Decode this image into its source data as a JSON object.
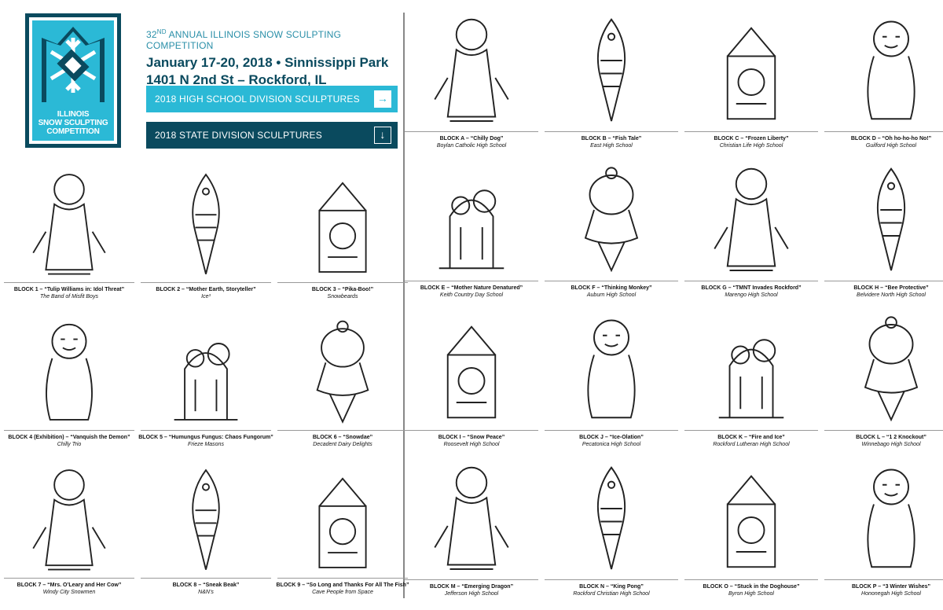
{
  "logo": {
    "line1": "ILLINOIS",
    "line2": "SNOW SCULPTING",
    "line3": "COMPETITION",
    "colors": {
      "dark": "#0a4a5e",
      "light": "#2bb9d6"
    }
  },
  "header": {
    "subtitle_num": "32",
    "subtitle_sup": "ND",
    "subtitle_rest": " ANNUAL ILLINOIS SNOW SCULPTING COMPETITION",
    "date_line": "January 17-20, 2018 • Sinnissippi Park",
    "address_line": "1401 N 2nd St – Rockford, IL"
  },
  "nav": {
    "high_school_label": "2018 HIGH SCHOOL DIVISION SCULPTURES",
    "high_school_icon": "arrow-right-icon",
    "state_label": "2018 STATE DIVISION SCULPTURES",
    "state_icon": "arrow-down-icon"
  },
  "state_division": [
    {
      "block": "BLOCK 1",
      "name": "“Tulip Williams in: Idol Threat”",
      "team": "The Band of Misfit Boys",
      "icon": "figure-with-antlers-icon"
    },
    {
      "block": "BLOCK 2",
      "name": "“Mother Earth, Storyteller”",
      "team": "Ice³",
      "icon": "seated-mother-earth-icon"
    },
    {
      "block": "BLOCK 3",
      "name": "“Pika-Boo!”",
      "team": "Snowbeards",
      "icon": "pikachu-egg-icon"
    },
    {
      "block": "BLOCK 4 (Exhibition)",
      "name": "“Vanquish the Demon”",
      "team": "Chilly Trio",
      "icon": "demon-serpent-icon"
    },
    {
      "block": "BLOCK 5",
      "name": "“Humungus Fungus: Chaos Fungorum”",
      "team": "Frieze Masons",
      "icon": "mushrooms-icon"
    },
    {
      "block": "BLOCK 6",
      "name": "“Snowdae”",
      "team": "Decadent Dairy Delights",
      "icon": "sundae-icon"
    },
    {
      "block": "BLOCK 7",
      "name": "“Mrs. O’Leary and Her Cow”",
      "team": "Windy City Snowmen",
      "icon": "cow-fence-icon"
    },
    {
      "block": "BLOCK 8",
      "name": "“Sneak Beak”",
      "team": "N&N’s",
      "icon": "owl-icon"
    },
    {
      "block": "BLOCK 9",
      "name": "“So Long and Thanks For All The Fish”",
      "team": "Cave People from Space",
      "icon": "astronaut-fish-icon"
    }
  ],
  "high_school_division": [
    {
      "block": "BLOCK A",
      "name": "“Chilly Dog”",
      "team": "Boylan Catholic High School",
      "icon": "dog-scarf-icon"
    },
    {
      "block": "BLOCK B",
      "name": "“Fish Tale”",
      "team": "East High School",
      "icon": "fish-icon"
    },
    {
      "block": "BLOCK C",
      "name": "“Frozen Liberty”",
      "team": "Christian Life High School",
      "icon": "torch-hand-icon"
    },
    {
      "block": "BLOCK D",
      "name": "“Oh ho-ho-ho No!”",
      "team": "Guilford High School",
      "icon": "santa-chimney-icon"
    },
    {
      "block": "BLOCK E",
      "name": "“Mother Nature Denatured”",
      "team": "Keith Country Day School",
      "icon": "half-face-rose-icon"
    },
    {
      "block": "BLOCK F",
      "name": "“Thinking Monkey”",
      "team": "Auburn High School",
      "icon": "sock-monkey-icon"
    },
    {
      "block": "BLOCK G",
      "name": "“TMNT Invades Rockford”",
      "team": "Marengo High School",
      "icon": "turtles-wall-icon"
    },
    {
      "block": "BLOCK H",
      "name": "“Bee Protective”",
      "team": "Belvidere North High School",
      "icon": "honeycomb-icon"
    },
    {
      "block": "BLOCK I",
      "name": "“Snow Peace”",
      "team": "Roosevelt High School",
      "icon": "hippie-face-icon"
    },
    {
      "block": "BLOCK J",
      "name": "“Ice-Olation”",
      "team": "Pecatonica High School",
      "icon": "penguin-icon"
    },
    {
      "block": "BLOCK K",
      "name": "“Fire and Ice”",
      "team": "Rockford Lutheran High School",
      "icon": "dragon-serpent-icon"
    },
    {
      "block": "BLOCK L",
      "name": "“1 2 Knockout”",
      "team": "Winnebago High School",
      "icon": "kangaroo-boxer-icon"
    },
    {
      "block": "BLOCK M",
      "name": "“Emerging Dragon”",
      "team": "Jefferson High School",
      "icon": "dragon-egg-icon"
    },
    {
      "block": "BLOCK N",
      "name": "“King Pong”",
      "team": "Rockford Christian High School",
      "icon": "empire-state-ape-icon"
    },
    {
      "block": "BLOCK O",
      "name": "“Stuck in the Doghouse”",
      "team": "Byron High School",
      "icon": "bulldog-doghouse-icon"
    },
    {
      "block": "BLOCK P",
      "name": "“3 Winter Wishes”",
      "team": "Hononegah High School",
      "icon": "genie-lamp-icon"
    }
  ]
}
